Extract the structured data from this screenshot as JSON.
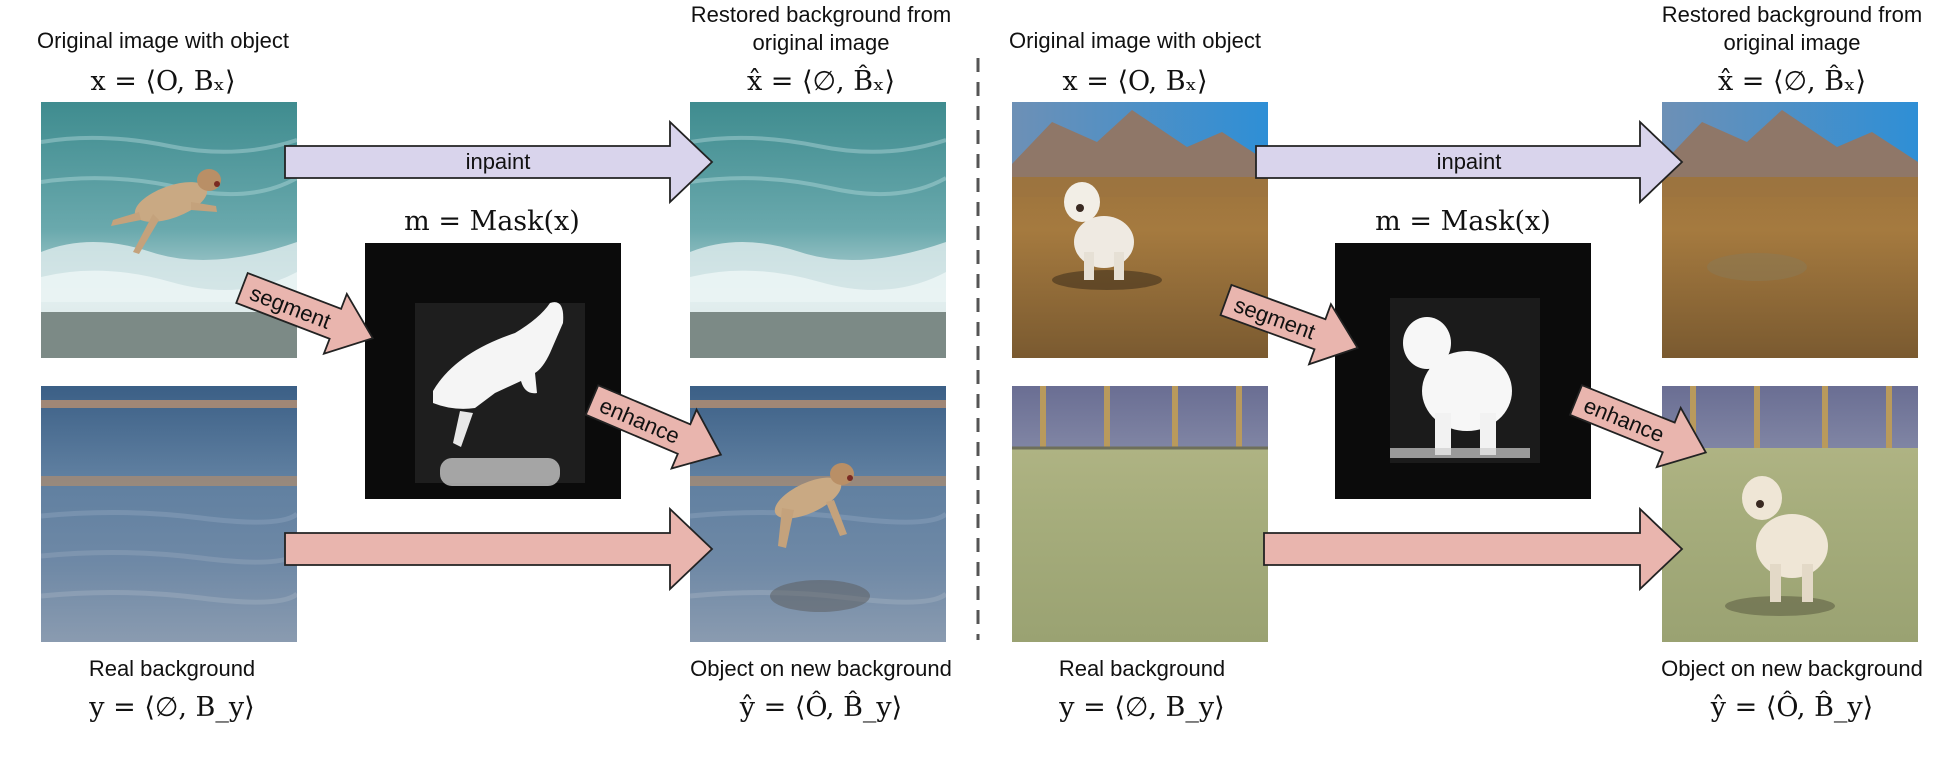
{
  "colors": {
    "inpaint_arrow": "#d9d4ec",
    "pink_arrow": "#e9b5ae",
    "divider": "#555555"
  },
  "panels": [
    {
      "label_original": "Original image with object",
      "eq_x": "x = ⟨O, Bₓ⟩",
      "label_restored_1": "Restored background from",
      "label_restored_2": "original image",
      "eq_xhat": "x̂ = ⟨∅, B̂ₓ⟩",
      "eq_mask": "m = Mask(x)",
      "label_real_bg": "Real background",
      "eq_y": "y = ⟨∅, B_y⟩",
      "label_new_bg": "Object on new background",
      "eq_yhat": "ŷ = ⟨Ô, B̂_y⟩",
      "arrow_inpaint": "inpaint",
      "arrow_segment": "segment",
      "arrow_enhance": "enhance",
      "subject": "dog jumping in ocean waves",
      "background": "sea water"
    },
    {
      "label_original": "Original image with object",
      "eq_x": "x = ⟨O, Bₓ⟩",
      "label_restored_1": "Restored background from",
      "label_restored_2": "original image",
      "eq_xhat": "x̂ = ⟨∅, B̂ₓ⟩",
      "eq_mask": "m = Mask(x)",
      "label_real_bg": "Real background",
      "eq_y": "y = ⟨∅, B_y⟩",
      "label_new_bg": "Object on new background",
      "eq_yhat": "ŷ = ⟨Ô, B̂_y⟩",
      "arrow_inpaint": "inpaint",
      "arrow_segment": "segment",
      "arrow_enhance": "enhance",
      "subject": "white shaggy dog on dry grass",
      "background": "grass lawn by wooden fence"
    }
  ]
}
